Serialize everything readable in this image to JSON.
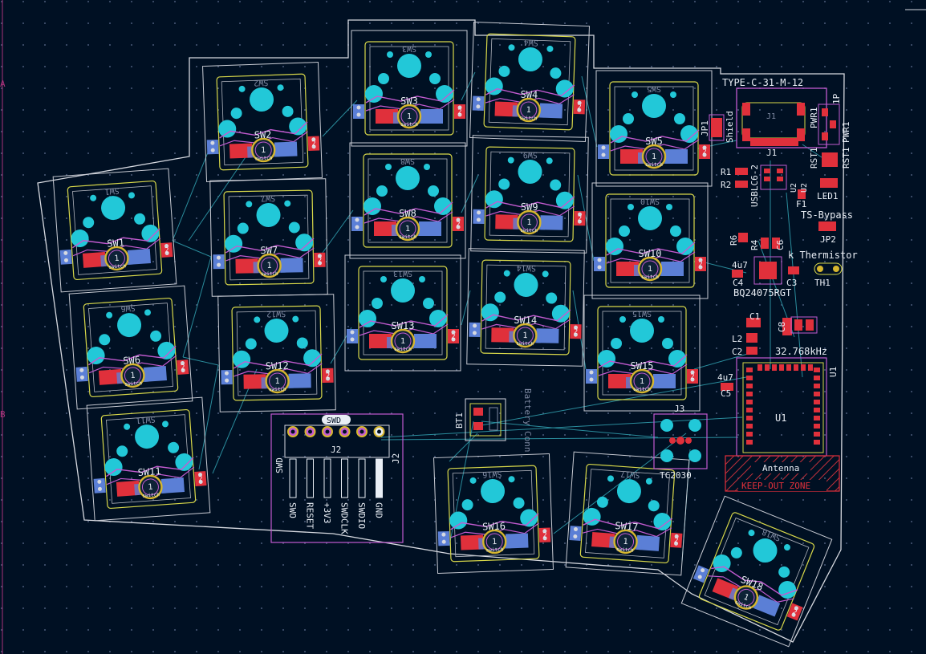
{
  "sheet_markers": {
    "left_top": "A",
    "left_bottom": "B"
  },
  "switches": [
    {
      "id": "SW1",
      "label": "SW1",
      "back": "SW1"
    },
    {
      "id": "SW2",
      "label": "SW2",
      "back": "SW2"
    },
    {
      "id": "SW3",
      "label": "SW3",
      "back": "SW3"
    },
    {
      "id": "SW4",
      "label": "SW4",
      "back": "SW4"
    },
    {
      "id": "SW5",
      "label": "SW5",
      "back": "SW5"
    },
    {
      "id": "SW6",
      "label": "SW6",
      "back": "SW6"
    },
    {
      "id": "SW7",
      "label": "SW7",
      "back": "SW7"
    },
    {
      "id": "SW8",
      "label": "SW8",
      "back": "SW8"
    },
    {
      "id": "SW9",
      "label": "SW9",
      "back": "SW9"
    },
    {
      "id": "SW10",
      "label": "SW10",
      "back": "SW10"
    },
    {
      "id": "SW11",
      "label": "SW11",
      "back": "SW11"
    },
    {
      "id": "SW12",
      "label": "SW12",
      "back": "SW12"
    },
    {
      "id": "SW13",
      "label": "SW13",
      "back": "SW13"
    },
    {
      "id": "SW14",
      "label": "SW14",
      "back": "SW14"
    },
    {
      "id": "SW15",
      "label": "SW15",
      "back": "SW15"
    },
    {
      "id": "SW16",
      "label": "SW16",
      "back": "SW16"
    },
    {
      "id": "SW17",
      "label": "SW17",
      "back": "SW17"
    },
    {
      "id": "SW18",
      "label": "SW18",
      "back": "SW18"
    }
  ],
  "pad_labels": {
    "pin1": "1",
    "pin2": "2",
    "stamp": "switch"
  },
  "components": {
    "usb_footprint": "TYPE-C-31-M-12",
    "usb_ref": "J1",
    "shield": "Shield",
    "jp1": "JP1",
    "usblc": "USBLC6-2",
    "r1": "R1",
    "r2": "R2",
    "f1": "F1",
    "pwr1": "PWR1",
    "rst1": "RST1",
    "sw_1p": "1P",
    "led1": "LED1",
    "ts_bypass": "TS-Bypass",
    "jp2": "JP2",
    "thermistor": "k Thermistor",
    "th1": "TH1",
    "r6": "R6",
    "r4": "R4",
    "c6": "C6",
    "cap_4u7_a": "4u7",
    "c4": "C4",
    "c3": "C3",
    "charger": "BQ24075RGT",
    "c1": "C1",
    "l2": "L2",
    "c8": "C8",
    "c2": "C2",
    "crystal": "32.768kHz",
    "cap_4u7_b": "4u7",
    "c5": "C5",
    "u1": "U1",
    "antenna": "Antenna",
    "keepout": "KEEP-OUT ZONE",
    "j3": "J3",
    "battery_holder": "TC2030",
    "bt1": "BT1",
    "battery_conn": "Battery Conn",
    "swd_title": "SWD",
    "swd_side": "SWD",
    "j2": "J2",
    "j2_side": "J2",
    "u2_a": "U2",
    "u2_b": "U2"
  },
  "swd_pins": [
    "SWO",
    "RESET",
    "+3V3",
    "SWDCLK",
    "SWDIO",
    "GND"
  ],
  "colors": {
    "background": "#001023",
    "grid": "#4a5a78",
    "edge_cuts": "#d6d9e0",
    "courtyard": "#d8d84a",
    "pad_cyan": "#22c8d8",
    "pad_red": "#e0303b",
    "pad_blue": "#5b7fd6",
    "copper_ring": "#d6b62e",
    "track": "#2a8c9c",
    "magenta": "#c25bd0",
    "silk": "#e9eef5"
  }
}
